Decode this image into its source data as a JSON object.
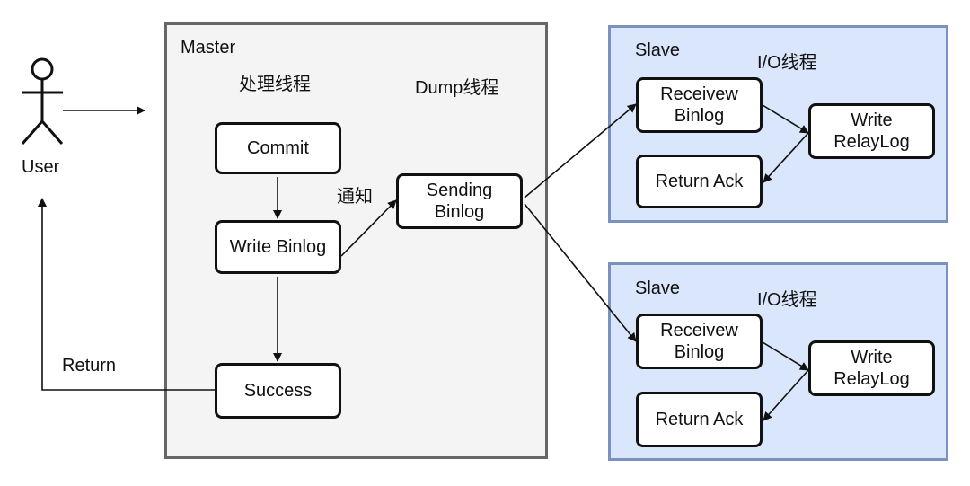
{
  "actor": {
    "label": "User"
  },
  "master": {
    "title": "Master",
    "thread_process": "处理线程",
    "thread_dump": "Dump线程",
    "nodes": {
      "commit": "Commit",
      "write_binlog": "Write Binlog",
      "success": "Success",
      "sending_binlog": "Sending\nBinlog"
    },
    "notify_label": "通知",
    "return_label": "Return"
  },
  "slaves": [
    {
      "title": "Slave",
      "thread_io": "I/O线程",
      "nodes": {
        "receive_binlog": "Receivew\nBinlog",
        "write_relaylog": "Write\nRelayLog",
        "return_ack": "Return Ack"
      }
    },
    {
      "title": "Slave",
      "thread_io": "I/O线程",
      "nodes": {
        "receive_binlog": "Receivew\nBinlog",
        "write_relaylog": "Write\nRelayLog",
        "return_ack": "Return Ack"
      }
    }
  ],
  "colors": {
    "master_fill": "#f4f4f4",
    "master_border": "#666666",
    "slave_fill": "#dae6fb",
    "slave_border": "#7a92bd",
    "node_border": "#111111"
  }
}
